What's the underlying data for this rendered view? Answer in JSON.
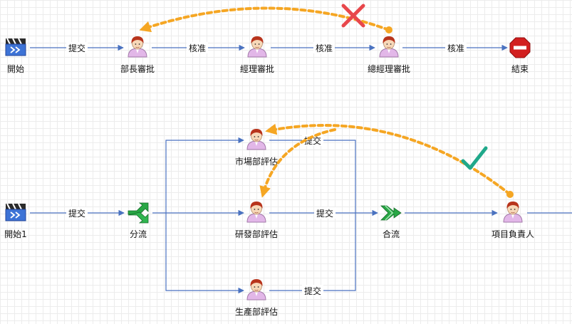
{
  "colors": {
    "edge": "#4a72c0",
    "dashed_arrow": "#f5a623",
    "cross": "#e8474b",
    "check": "#1fa88a",
    "stop": "#d21f1f",
    "person_shirt": "#e2b7e8",
    "person_hair": "#b8341c",
    "merge_green": "#28a745"
  },
  "flow1": {
    "nodes": {
      "start": "開始",
      "dept_approve": "部長審批",
      "mgr_approve": "經理審批",
      "gm_approve": "總經理審批",
      "end": "結束"
    },
    "edges": {
      "submit": "提交",
      "approve1": "核准",
      "approve2": "核准",
      "approve3": "核准"
    }
  },
  "flow2": {
    "nodes": {
      "start": "開始1",
      "split": "分流",
      "market_eval": "市場部評估",
      "rd_eval": "研發部評估",
      "prod_eval": "生產部評估",
      "merge": "合流",
      "project_lead": "項目負責人"
    },
    "edges": {
      "submit": "提交",
      "submit_market": "提交",
      "submit_rd": "提交",
      "submit_prod": "提交"
    }
  }
}
